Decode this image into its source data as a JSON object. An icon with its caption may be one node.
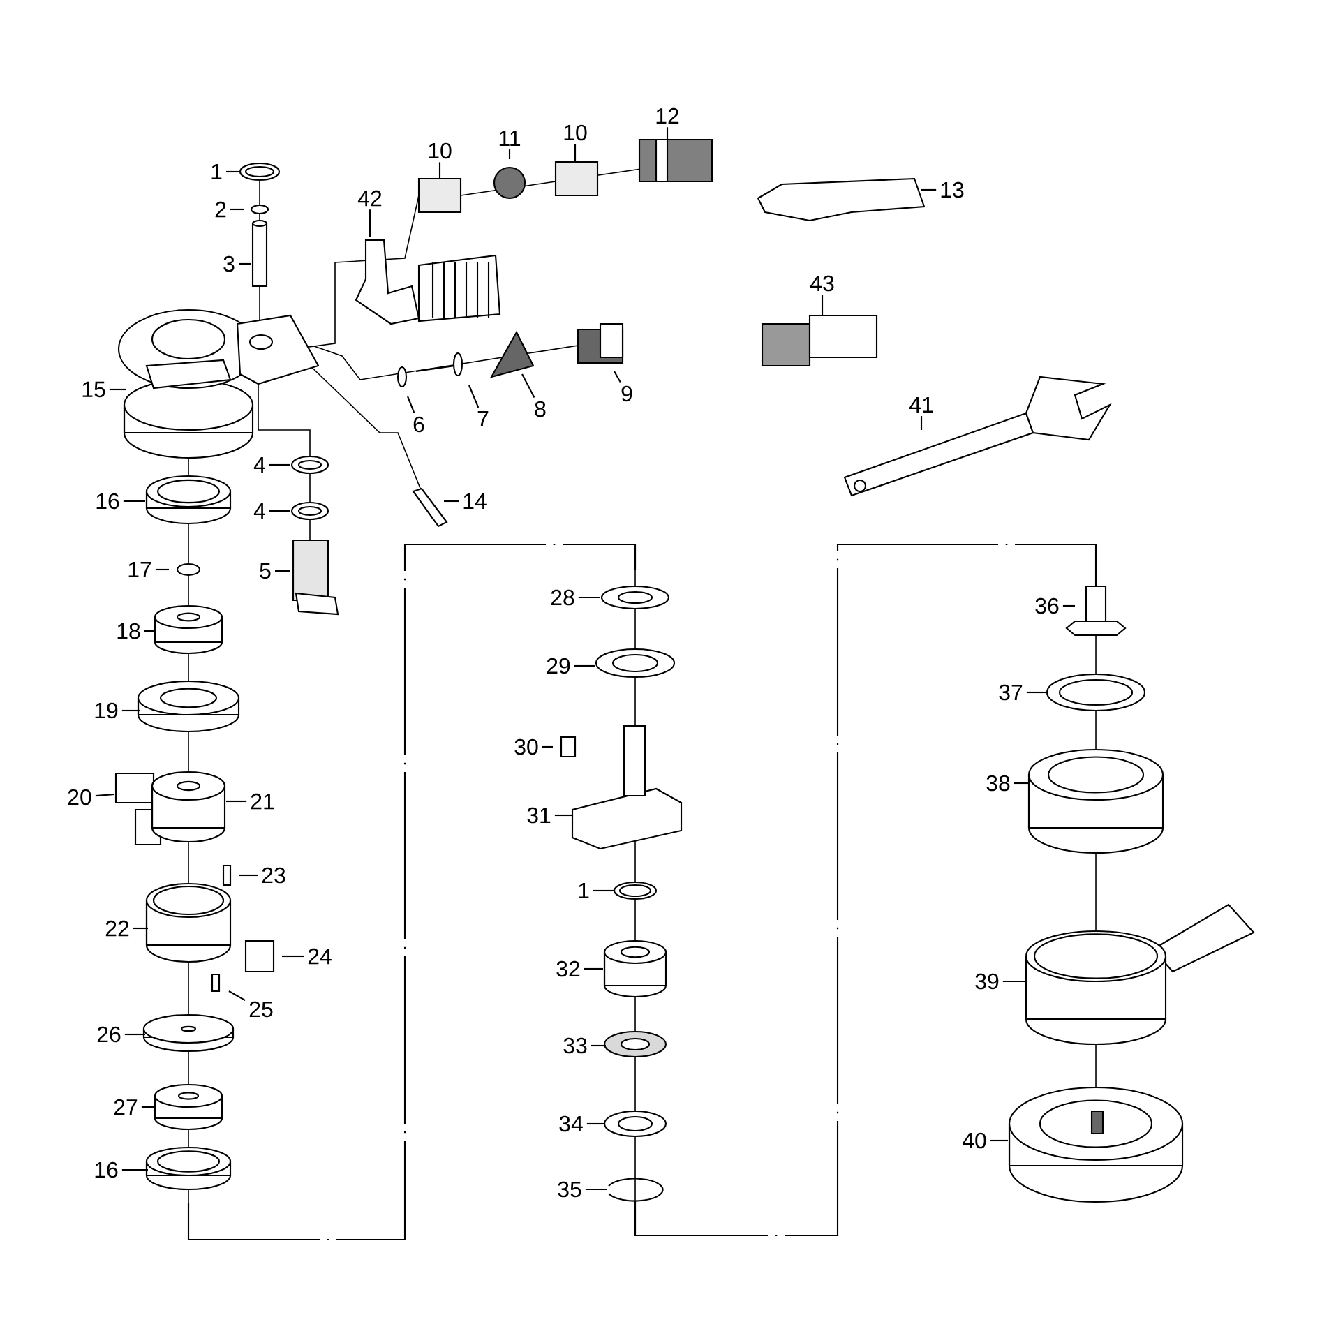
{
  "diagram": {
    "nodes": [
      {
        "text": [
          "1"
        ]
      },
      {
        "text": [
          "2"
        ]
      },
      {
        "text": [
          "3"
        ]
      },
      {
        "text": [
          "42"
        ]
      },
      {
        "text": [
          "10"
        ]
      },
      {
        "text": [
          "11"
        ]
      },
      {
        "text": [
          "10"
        ]
      },
      {
        "text": [
          "12"
        ]
      },
      {
        "text": [
          "13"
        ]
      },
      {
        "text": [
          "43"
        ]
      },
      {
        "text": [
          "15"
        ]
      },
      {
        "text": [
          "9"
        ]
      },
      {
        "text": [
          "6"
        ]
      },
      {
        "text": [
          "7"
        ]
      },
      {
        "text": [
          "8"
        ]
      },
      {
        "text": [
          "41"
        ]
      },
      {
        "text": [
          "14"
        ]
      },
      {
        "text": [
          "4"
        ]
      },
      {
        "text": [
          "4"
        ]
      },
      {
        "text": [
          "16"
        ]
      },
      {
        "text": [
          "5"
        ]
      },
      {
        "text": [
          "17"
        ]
      },
      {
        "text": [
          "18"
        ]
      },
      {
        "text": [
          "19"
        ]
      },
      {
        "text": [
          "20"
        ]
      },
      {
        "text": [
          "21"
        ]
      },
      {
        "text": [
          "23"
        ]
      },
      {
        "text": [
          "22"
        ]
      },
      {
        "text": [
          "24"
        ]
      },
      {
        "text": [
          "25"
        ]
      },
      {
        "text": [
          "26"
        ]
      },
      {
        "text": [
          "27"
        ]
      },
      {
        "text": [
          "16"
        ]
      },
      {
        "text": [
          "28"
        ]
      },
      {
        "text": [
          "29"
        ]
      },
      {
        "text": [
          "30"
        ]
      },
      {
        "text": [
          "31"
        ]
      },
      {
        "text": [
          "1"
        ]
      },
      {
        "text": [
          "32"
        ]
      },
      {
        "text": [
          "33"
        ]
      },
      {
        "text": [
          "34"
        ]
      },
      {
        "text": [
          "35"
        ]
      },
      {
        "text": [
          "36"
        ]
      },
      {
        "text": [
          "37"
        ]
      },
      {
        "text": [
          "38"
        ]
      },
      {
        "text": [
          "39"
        ]
      },
      {
        "text": [
          "40"
        ]
      }
    ],
    "edges": [
      {
        "from": 0,
        "to": null,
        "arrow": "none"
      },
      {
        "from": 1,
        "to": null,
        "arrow": "none"
      },
      {
        "from": 2,
        "to": null,
        "arrow": "none"
      },
      {
        "from": 3,
        "to": null,
        "arrow": "none"
      },
      {
        "from": 4,
        "to": null,
        "arrow": "none"
      },
      {
        "from": 5,
        "to": null,
        "arrow": "none"
      },
      {
        "from": 6,
        "to": null,
        "arrow": "none"
      },
      {
        "from": 7,
        "to": null,
        "arrow": "none"
      },
      {
        "from": 8,
        "to": null,
        "arrow": "none"
      },
      {
        "from": 9,
        "to": null,
        "arrow": "none"
      },
      {
        "from": 10,
        "to": null,
        "arrow": "none"
      },
      {
        "from": 11,
        "to": null,
        "arrow": "none"
      },
      {
        "from": 12,
        "to": null,
        "arrow": "none"
      },
      {
        "from": 13,
        "to": null,
        "arrow": "none"
      },
      {
        "from": 14,
        "to": null,
        "arrow": "none"
      },
      {
        "from": 15,
        "to": null,
        "arrow": "none"
      },
      {
        "from": 16,
        "to": null,
        "arrow": "none"
      },
      {
        "from": 17,
        "to": null,
        "arrow": "none"
      },
      {
        "from": 18,
        "to": null,
        "arrow": "none"
      },
      {
        "from": 19,
        "to": null,
        "arrow": "none"
      },
      {
        "from": 20,
        "to": null,
        "arrow": "none"
      },
      {
        "from": 21,
        "to": null,
        "arrow": "none"
      },
      {
        "from": 22,
        "to": null,
        "arrow": "none"
      },
      {
        "from": 23,
        "to": null,
        "arrow": "none"
      },
      {
        "from": 24,
        "to": null,
        "arrow": "none"
      },
      {
        "from": 25,
        "to": null,
        "arrow": "none"
      },
      {
        "from": 26,
        "to": null,
        "arrow": "none"
      },
      {
        "from": 27,
        "to": null,
        "arrow": "none"
      },
      {
        "from": 28,
        "to": null,
        "arrow": "none"
      },
      {
        "from": 29,
        "to": null,
        "arrow": "none"
      },
      {
        "from": 30,
        "to": null,
        "arrow": "none"
      },
      {
        "from": 31,
        "to": null,
        "arrow": "none"
      },
      {
        "from": 32,
        "to": null,
        "arrow": "none"
      },
      {
        "from": 33,
        "to": null,
        "arrow": "none"
      },
      {
        "from": 34,
        "to": null,
        "arrow": "none"
      },
      {
        "from": 35,
        "to": null,
        "arrow": "none"
      },
      {
        "from": 36,
        "to": null,
        "arrow": "none"
      },
      {
        "from": 37,
        "to": null,
        "arrow": "none"
      },
      {
        "from": 38,
        "to": null,
        "arrow": "none"
      },
      {
        "from": 39,
        "to": null,
        "arrow": "none"
      },
      {
        "from": 40,
        "to": null,
        "arrow": "none"
      },
      {
        "from": 41,
        "to": null,
        "arrow": "none"
      },
      {
        "from": 42,
        "to": null,
        "arrow": "none"
      },
      {
        "from": 43,
        "to": null,
        "arrow": "none"
      },
      {
        "from": 44,
        "to": null,
        "arrow": "none"
      },
      {
        "from": 45,
        "to": null,
        "arrow": "none"
      },
      {
        "from": 46,
        "to": null,
        "arrow": "none"
      }
    ]
  }
}
